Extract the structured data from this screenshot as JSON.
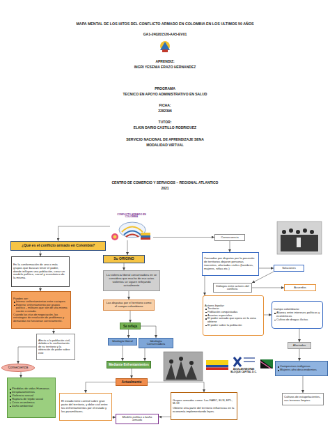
{
  "diagram": {
    "title": "MAPA MENTAL DE LOS HITOS DEL CONFLICTO ARMADO EN COLOMBIA EN LOS ULTIMOS 50 AÑOS",
    "nodes": [
      {
        "text": [
          "CONFLICTO ARMADO EN COLOMBIA"
        ]
      },
      {
        "text": [
          "¿Qué es el conflicto armado en Colombia?"
        ]
      },
      {
        "text": [
          "Consecuencia"
        ]
      },
      {
        "text": [
          "Su ORIGINO"
        ]
      },
      {
        "text": [
          "En la conformación de uno o más grupos que buscan tener el poder, donde influyen una población, crear un modelo político, social y económico de la misma."
        ]
      },
      {
        "text": [
          "Causadas por disputas por la posesión de territorios dejaron personas inocentes, afectados civiles (hombres, mujeres, niñas etc.)"
        ]
      },
      {
        "text": [
          "Soluciones"
        ]
      },
      {
        "text": [
          "La violencia liberal conservadora en se considera que mucho de eso actos violentos se siguen reflejando actualmente"
        ]
      },
      {
        "text": [
          "Diálogos entre actores del conflicto."
        ]
      },
      {
        "text": [
          "Acuerdos"
        ]
      },
      {
        "text": [
          "Pueden ser:",
          "Interno: enfrentamientos entre caciques.",
          "Externo: enfrentamiento por grupos político – militares que son de una misma nación o estado.",
          "Cuando las vías de negociación, las estrategias de resolución de problemas y demandas no funcionan correctamente."
        ]
      },
      {
        "text": [
          "Actores bipolar:",
          "Territorio:",
          "Población conquistadas",
          "Asuntos especiales",
          "El poder armado que opera en la zona obtiene",
          "El poder sobre la población"
        ]
      },
      {
        "text": [
          "Las disputas por el territorio como el campo colombiano"
        ]
      },
      {
        "text": [
          "Campo colombiano:",
          "Alianza entre intereses políticos y económicos",
          "Cultivo de drogas ilícitas"
        ]
      },
      {
        "text": [
          "Se refleja"
        ]
      },
      {
        "text": [
          "Afecta a la población civil, debido a la confrontación de su territorio y la obtención de poder sobre este"
        ]
      },
      {
        "text": [
          "Ideología liberal"
        ]
      },
      {
        "text": [
          "Ideología Conservadora"
        ]
      },
      {
        "text": [
          "Afectados"
        ]
      },
      {
        "text": [
          "Consecuencia"
        ]
      },
      {
        "text": [
          "Mediante Enfrentamientos"
        ]
      },
      {
        "text": [
          "Campesinos indígenas",
          "Mujeres afro descendientes"
        ]
      },
      {
        "text": [
          "Pérdidas de vidas Humanas.",
          "Desplazamientos",
          "Violencia sexual",
          "Ruptura de tejido social",
          "Crisis económica",
          "Daño ambiental"
        ]
      },
      {
        "text": [
          "Actualmente"
        ]
      },
      {
        "text": [
          "El estado tiene control sobre gran parte del territorio, y dolor civil entre los enfrentamientos por el estado y los paramilitares."
        ]
      },
      {
        "text": [
          "Grupos armados como: Las FARC, ELN, EPL, M-19",
          "Obtiene otra parte del territorio influencias en la economía implementando leyes."
        ]
      },
      {
        "text": [
          "Cultivos de estupefacientes, sus terrenos limpios."
        ]
      },
      {
        "text": [
          "Modelo político a lucha armada"
        ]
      }
    ],
    "edges": [
      {
        "from": 0,
        "to": 1,
        "arrow": "to"
      },
      {
        "from": 0,
        "to": 2,
        "arrow": "to"
      },
      {
        "from": 0,
        "to": 3,
        "arrow": "to"
      },
      {
        "from": 1,
        "to": 4,
        "arrow": "to"
      },
      {
        "from": 4,
        "to": 10,
        "arrow": "to"
      },
      {
        "from": 10,
        "to": 15,
        "arrow": "to"
      },
      {
        "from": 15,
        "to": 19,
        "arrow": "to"
      },
      {
        "from": 19,
        "to": 22,
        "arrow": "to"
      },
      {
        "from": 3,
        "to": 7,
        "arrow": "to"
      },
      {
        "from": 7,
        "to": 12,
        "arrow": "to"
      },
      {
        "from": 12,
        "to": 14,
        "arrow": "to"
      },
      {
        "from": 14,
        "to": 16,
        "arrow": "to"
      },
      {
        "from": 14,
        "to": 17,
        "arrow": "to"
      },
      {
        "from": 16,
        "to": 20,
        "arrow": "to"
      },
      {
        "from": 17,
        "to": 20,
        "arrow": "to"
      },
      {
        "from": 20,
        "to": 23,
        "arrow": "to"
      },
      {
        "from": 23,
        "to": 24,
        "arrow": "to"
      },
      {
        "from": 23,
        "to": 25,
        "arrow": "to"
      },
      {
        "from": 24,
        "to": 27,
        "arrow": "to"
      },
      {
        "from": 25,
        "to": 27,
        "arrow": "to"
      },
      {
        "from": 2,
        "to": 5,
        "arrow": "to"
      },
      {
        "from": 5,
        "to": 6,
        "arrow": "to"
      },
      {
        "from": 6,
        "to": 8,
        "arrow": "to"
      },
      {
        "from": 8,
        "to": 9,
        "arrow": "to"
      },
      {
        "from": 5,
        "to": 11,
        "arrow": "to"
      },
      {
        "from": 11,
        "to": 13,
        "arrow": "to"
      },
      {
        "from": 13,
        "to": 18,
        "arrow": "to"
      },
      {
        "from": 18,
        "to": 21,
        "arrow": "to"
      },
      {
        "from": 21,
        "to": 26,
        "arrow": "to"
      }
    ],
    "labels": [
      "GA1-240201526-AA5-EV01",
      "APRENDIZ:",
      "INGRI YESENIA ERAZO HERNANDEZ",
      "PROGRAMA",
      "TECNICO EN APOYO ADMINISTRATIVO EN SALUD",
      "FICHA:",
      "2282396",
      "TUTOR:",
      "ELKIN DARIO CASTILLO RODRIGUEZ",
      "SERVICIO NACIONAL DE APRENDIZAJE SENA",
      "MODALIDAD VIRTUAL",
      "CENTRO DE COMERCIO Y SERVICIOS – REGIONAL ATLANTICO",
      "2021",
      "ÁGUILAS NEGRAS",
      "BLOQUE CAPITAL D.C."
    ]
  }
}
